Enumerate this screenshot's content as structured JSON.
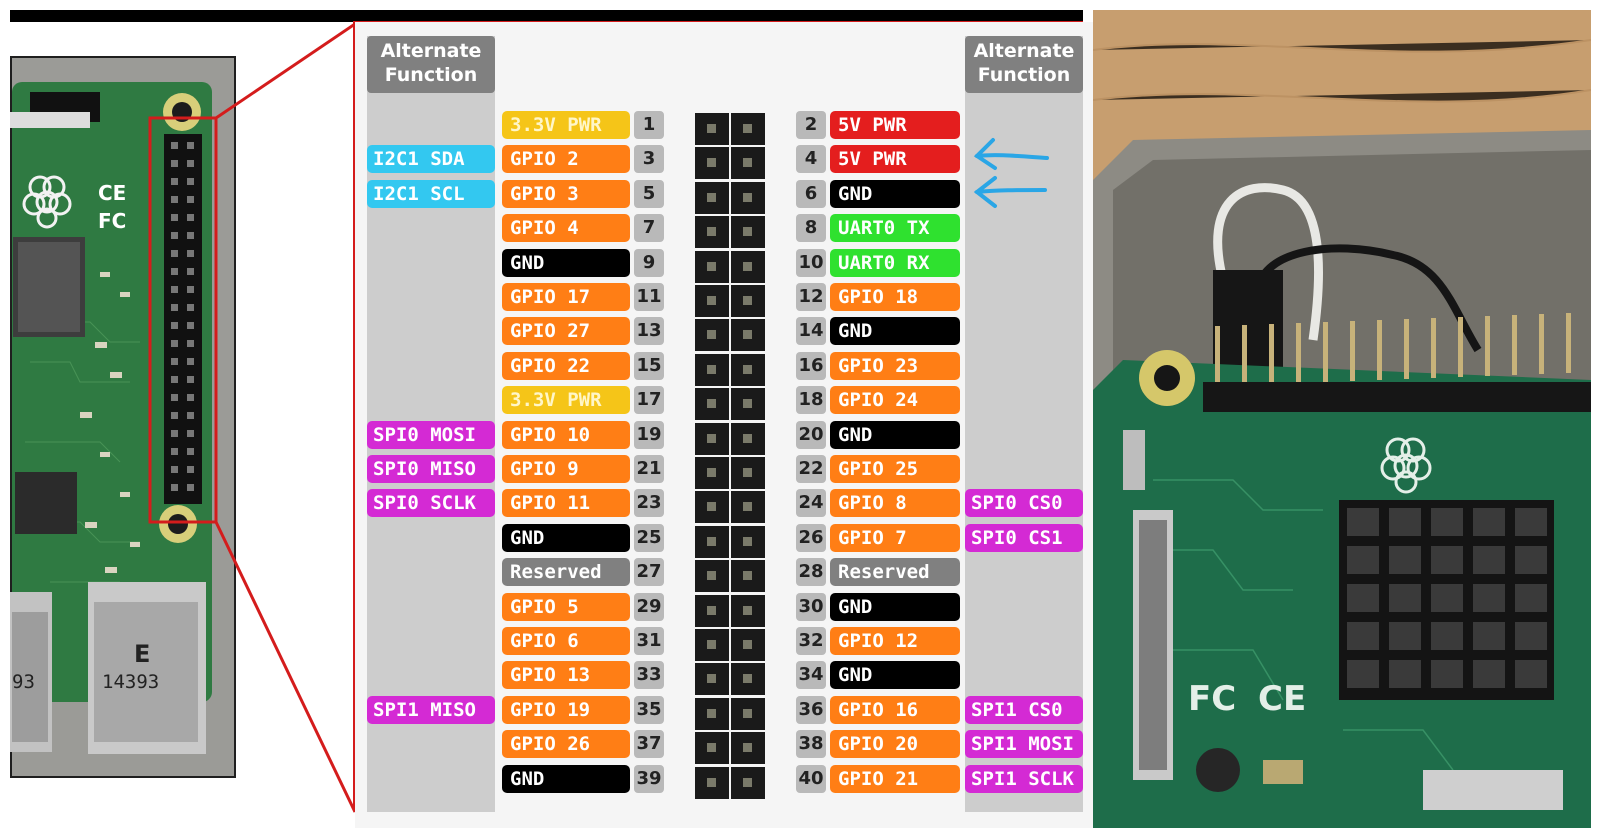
{
  "panel": {
    "alt_header_left": "Alternate Function",
    "alt_header_right": "Alternate Function"
  },
  "colors": {
    "power33": "#f5c518",
    "power5": "#e41e1e",
    "gpio": "#ff7e15",
    "ground": "#000000",
    "uart": "#2fe12f",
    "reserved": "#808080",
    "i2c": "#33c8f0",
    "spi": "#d42ad4",
    "highlight_frame": "#d41c1c",
    "arrow": "#2aa6e6"
  },
  "rows": [
    {
      "l_label": "3.3V PWR",
      "l_num": "1",
      "l_type": "power33",
      "r_num": "2",
      "r_label": "5V PWR",
      "r_type": "power5",
      "l_alt": "",
      "l_alt_type": "",
      "r_alt": "",
      "r_alt_type": ""
    },
    {
      "l_label": "GPIO 2",
      "l_num": "3",
      "l_type": "gpio",
      "r_num": "4",
      "r_label": "5V PWR",
      "r_type": "power5",
      "l_alt": "I2C1 SDA",
      "l_alt_type": "i2c",
      "r_alt": "",
      "r_alt_type": ""
    },
    {
      "l_label": "GPIO 3",
      "l_num": "5",
      "l_type": "gpio",
      "r_num": "6",
      "r_label": "GND",
      "r_type": "ground",
      "l_alt": "I2C1 SCL",
      "l_alt_type": "i2c",
      "r_alt": "",
      "r_alt_type": ""
    },
    {
      "l_label": "GPIO 4",
      "l_num": "7",
      "l_type": "gpio",
      "r_num": "8",
      "r_label": "UART0 TX",
      "r_type": "uart",
      "l_alt": "",
      "l_alt_type": "",
      "r_alt": "",
      "r_alt_type": ""
    },
    {
      "l_label": "GND",
      "l_num": "9",
      "l_type": "ground",
      "r_num": "10",
      "r_label": "UART0 RX",
      "r_type": "uart",
      "l_alt": "",
      "l_alt_type": "",
      "r_alt": "",
      "r_alt_type": ""
    },
    {
      "l_label": "GPIO 17",
      "l_num": "11",
      "l_type": "gpio",
      "r_num": "12",
      "r_label": "GPIO 18",
      "r_type": "gpio",
      "l_alt": "",
      "l_alt_type": "",
      "r_alt": "",
      "r_alt_type": ""
    },
    {
      "l_label": "GPIO 27",
      "l_num": "13",
      "l_type": "gpio",
      "r_num": "14",
      "r_label": "GND",
      "r_type": "ground",
      "l_alt": "",
      "l_alt_type": "",
      "r_alt": "",
      "r_alt_type": ""
    },
    {
      "l_label": "GPIO 22",
      "l_num": "15",
      "l_type": "gpio",
      "r_num": "16",
      "r_label": "GPIO 23",
      "r_type": "gpio",
      "l_alt": "",
      "l_alt_type": "",
      "r_alt": "",
      "r_alt_type": ""
    },
    {
      "l_label": "3.3V PWR",
      "l_num": "17",
      "l_type": "power33",
      "r_num": "18",
      "r_label": "GPIO 24",
      "r_type": "gpio",
      "l_alt": "",
      "l_alt_type": "",
      "r_alt": "",
      "r_alt_type": ""
    },
    {
      "l_label": "GPIO 10",
      "l_num": "19",
      "l_type": "gpio",
      "r_num": "20",
      "r_label": "GND",
      "r_type": "ground",
      "l_alt": "SPI0 MOSI",
      "l_alt_type": "spi",
      "r_alt": "",
      "r_alt_type": ""
    },
    {
      "l_label": "GPIO 9",
      "l_num": "21",
      "l_type": "gpio",
      "r_num": "22",
      "r_label": "GPIO 25",
      "r_type": "gpio",
      "l_alt": "SPI0 MISO",
      "l_alt_type": "spi",
      "r_alt": "",
      "r_alt_type": ""
    },
    {
      "l_label": "GPIO 11",
      "l_num": "23",
      "l_type": "gpio",
      "r_num": "24",
      "r_label": "GPIO 8",
      "r_type": "gpio",
      "l_alt": "SPI0 SCLK",
      "l_alt_type": "spi",
      "r_alt": "SPI0 CS0",
      "r_alt_type": "spi"
    },
    {
      "l_label": "GND",
      "l_num": "25",
      "l_type": "ground",
      "r_num": "26",
      "r_label": "GPIO 7",
      "r_type": "gpio",
      "l_alt": "",
      "l_alt_type": "",
      "r_alt": "SPI0 CS1",
      "r_alt_type": "spi"
    },
    {
      "l_label": "Reserved",
      "l_num": "27",
      "l_type": "reserved",
      "r_num": "28",
      "r_label": "Reserved",
      "r_type": "reserved",
      "l_alt": "",
      "l_alt_type": "",
      "r_alt": "",
      "r_alt_type": ""
    },
    {
      "l_label": "GPIO 5",
      "l_num": "29",
      "l_type": "gpio",
      "r_num": "30",
      "r_label": "GND",
      "r_type": "ground",
      "l_alt": "",
      "l_alt_type": "",
      "r_alt": "",
      "r_alt_type": ""
    },
    {
      "l_label": "GPIO 6",
      "l_num": "31",
      "l_type": "gpio",
      "r_num": "32",
      "r_label": "GPIO 12",
      "r_type": "gpio",
      "l_alt": "",
      "l_alt_type": "",
      "r_alt": "",
      "r_alt_type": ""
    },
    {
      "l_label": "GPIO 13",
      "l_num": "33",
      "l_type": "gpio",
      "r_num": "34",
      "r_label": "GND",
      "r_type": "ground",
      "l_alt": "",
      "l_alt_type": "",
      "r_alt": "",
      "r_alt_type": ""
    },
    {
      "l_label": "GPIO 19",
      "l_num": "35",
      "l_type": "gpio",
      "r_num": "36",
      "r_label": "GPIO 16",
      "r_type": "gpio",
      "l_alt": "SPI1 MISO",
      "l_alt_type": "spi",
      "r_alt": "SPI1 CS0",
      "r_alt_type": "spi"
    },
    {
      "l_label": "GPIO 26",
      "l_num": "37",
      "l_type": "gpio",
      "r_num": "38",
      "r_label": "GPIO 20",
      "r_type": "gpio",
      "l_alt": "",
      "l_alt_type": "",
      "r_alt": "SPI1 MOSI",
      "r_alt_type": "spi"
    },
    {
      "l_label": "GND",
      "l_num": "39",
      "l_type": "ground",
      "r_num": "40",
      "r_label": "GPIO 21",
      "r_type": "gpio",
      "l_alt": "",
      "l_alt_type": "",
      "r_alt": "SPI1 SCLK",
      "r_alt_type": "spi"
    }
  ],
  "board_photo": {
    "usb_left_label": "93",
    "usb_right_label": "14393",
    "usb_right_mark": "E"
  }
}
